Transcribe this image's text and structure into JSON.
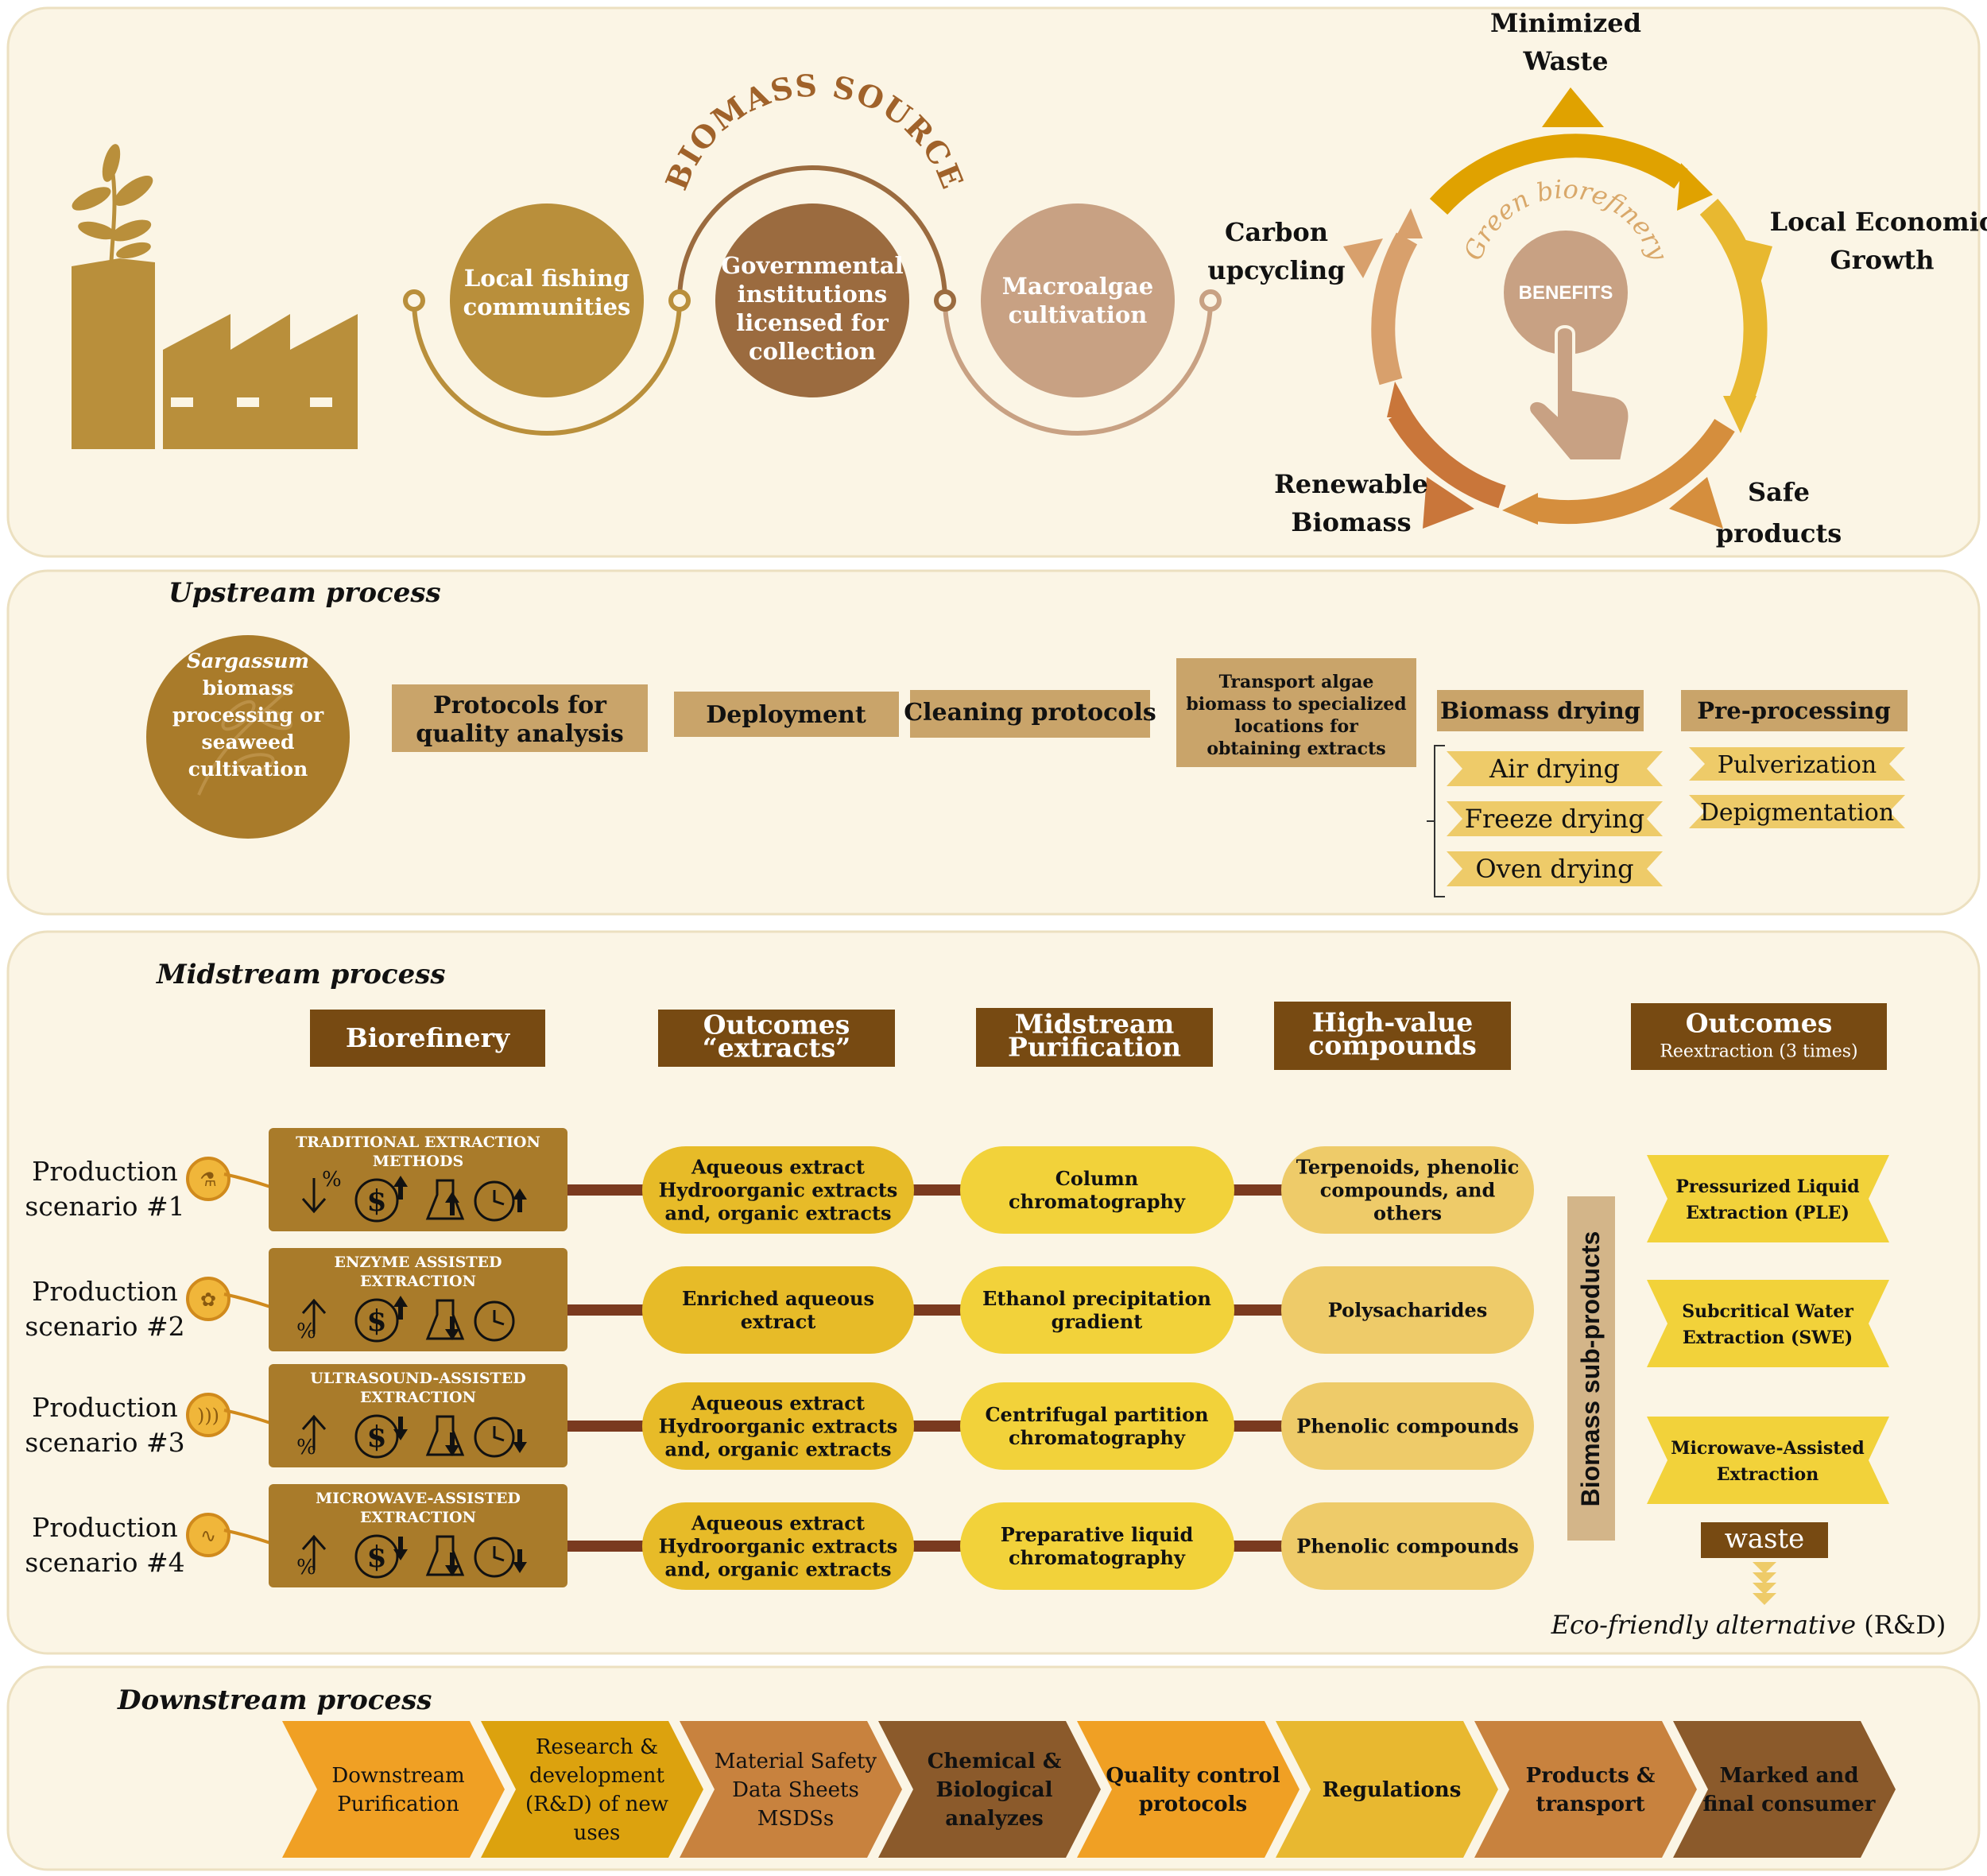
{
  "colors": {
    "panel_bg": "#fbf5e5",
    "panel_border": "#ece0c0",
    "gold": "#b98f3b",
    "tan": "#c9a46a",
    "brown_dark": "#774a12",
    "brown_mid": "#9b6b3f",
    "brown_light": "#c8a183",
    "yellow": "#f2d23a",
    "yellow_mid": "#e7bb28",
    "yellow_light": "#eecb69",
    "olive": "#a97b2a",
    "connector": "#7a3a1f",
    "header_text": "#ffffff"
  },
  "top": {
    "biomass_source_title": "BIOMASS SOURCE",
    "sources": [
      {
        "label": "Local fishing communities",
        "lines": [
          "Local fishing",
          "communities"
        ]
      },
      {
        "label": "Governmental institutions licensed for collection",
        "lines": [
          "Governmental",
          "institutions",
          "licensed for",
          "collection"
        ]
      },
      {
        "label": "Macroalgae cultivation",
        "lines": [
          "Macroalgae",
          "cultivation"
        ]
      }
    ],
    "icons": {
      "factory": "factory-icon",
      "plant": "plant-icon",
      "hand": "pointing-hand-icon"
    },
    "cycle": {
      "title": "Green biorefinery",
      "center": "BENEFITS",
      "benefits": [
        {
          "label": "Minimized Waste",
          "lines": [
            "Minimized",
            "Waste"
          ]
        },
        {
          "label": "Local Economic Growth",
          "lines": [
            "Local Economic",
            "Growth"
          ]
        },
        {
          "label": "Safe products",
          "lines": [
            "Safe",
            "products"
          ]
        },
        {
          "label": "Renewable Biomass",
          "lines": [
            "Renewable",
            "Biomass"
          ]
        },
        {
          "label": "Carbon upcycling",
          "lines": [
            "Carbon",
            "upcycling"
          ]
        }
      ]
    }
  },
  "upstream": {
    "title": "Upstream process",
    "start": {
      "italic": "Sargassum",
      "lines": [
        "biomass",
        "processing or",
        "seaweed",
        "cultivation"
      ]
    },
    "steps": [
      {
        "lines": [
          "Protocols for",
          "quality analysis"
        ]
      },
      {
        "lines": [
          "Deployment"
        ]
      },
      {
        "lines": [
          "Cleaning protocols"
        ]
      },
      {
        "lines": [
          "Transport algae",
          "biomass to specialized",
          "locations for",
          "obtaining extracts"
        ]
      },
      {
        "lines": [
          "Biomass drying"
        ]
      },
      {
        "lines": [
          "Pre-processing"
        ]
      }
    ],
    "drying_methods": [
      "Air drying",
      "Freeze drying",
      "Oven drying"
    ],
    "preprocessing_methods": [
      "Pulverization",
      "Depigmentation"
    ]
  },
  "midstream": {
    "title": "Midstream process",
    "headers": [
      {
        "lines": [
          "Biorefinery"
        ]
      },
      {
        "lines": [
          "Outcomes",
          "“extracts”"
        ]
      },
      {
        "lines": [
          "Midstream",
          "Purification"
        ]
      },
      {
        "lines": [
          "High-value",
          "compounds"
        ]
      },
      {
        "lines": [
          "Outcomes"
        ],
        "sub": "Reextraction (3 times)"
      }
    ],
    "scenarios": [
      {
        "label_lines": [
          "Production",
          "scenario #1"
        ],
        "method_lines": [
          "TRADITIONAL EXTRACTION",
          "METHODS"
        ],
        "extract_lines": [
          "Aqueous extract",
          "Hydroorganic extracts",
          "and, organic extracts"
        ],
        "purification_lines": [
          "Column",
          "chromatography"
        ],
        "compound_lines": [
          "Terpenoids, phenolic",
          "compounds, and",
          "others"
        ]
      },
      {
        "label_lines": [
          "Production",
          "scenario #2"
        ],
        "method_lines": [
          "ENZYME ASSISTED",
          "EXTRACTION"
        ],
        "extract_lines": [
          "Enriched aqueous",
          "extract"
        ],
        "purification_lines": [
          "Ethanol precipitation",
          "gradient"
        ],
        "compound_lines": [
          "Polysacharides"
        ]
      },
      {
        "label_lines": [
          "Production",
          "scenario #3"
        ],
        "method_lines": [
          "ULTRASOUND-ASSISTED",
          "EXTRACTION"
        ],
        "extract_lines": [
          "Aqueous extract",
          "Hydroorganic extracts",
          "and, organic extracts"
        ],
        "purification_lines": [
          "Centrifugal partition",
          "chromatography"
        ],
        "compound_lines": [
          "Phenolic compounds"
        ]
      },
      {
        "label_lines": [
          "Production",
          "scenario #4"
        ],
        "method_lines": [
          "MICROWAVE-ASSISTED",
          "EXTRACTION"
        ],
        "extract_lines": [
          "Aqueous extract",
          "Hydroorganic extracts",
          "and, organic extracts"
        ],
        "purification_lines": [
          "Preparative liquid",
          "chromatography"
        ],
        "compound_lines": [
          "Phenolic compounds"
        ]
      }
    ],
    "subproducts_label": "Biomass sub-products",
    "reextraction": [
      {
        "lines": [
          "Pressurized Liquid",
          "Extraction (PLE)"
        ]
      },
      {
        "lines": [
          "Subcritical Water",
          "Extraction (SWE)"
        ]
      },
      {
        "lines": [
          "Microwave-Assisted",
          "Extraction"
        ]
      }
    ],
    "waste": "waste",
    "eco_italic": "Eco-friendly alternative",
    "eco_rest": " (R&D)"
  },
  "downstream": {
    "title": "Downstream process",
    "steps": [
      {
        "lines": [
          "Downstream",
          "Purification"
        ]
      },
      {
        "lines": [
          "Research &",
          "development",
          "(R&D) of new",
          "uses"
        ]
      },
      {
        "lines": [
          "Material Safety",
          "Data Sheets",
          "MSDSs"
        ]
      },
      {
        "lines": [
          "Chemical &",
          "Biological",
          "analyzes"
        ]
      },
      {
        "lines": [
          "Quality control",
          "protocols"
        ]
      },
      {
        "lines": [
          "Regulations"
        ]
      },
      {
        "lines": [
          "Products &",
          "transport"
        ]
      },
      {
        "lines": [
          "Marked and",
          "final consumer"
        ]
      }
    ]
  }
}
